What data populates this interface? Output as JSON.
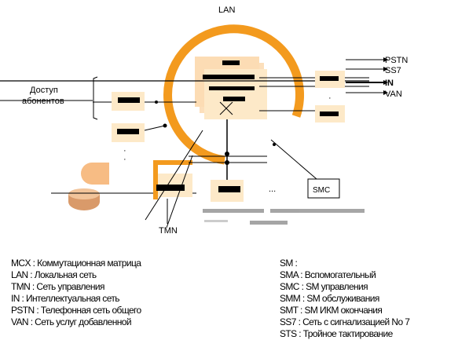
{
  "diagram": {
    "labels": {
      "lan": "LAN",
      "pstn": "PSTN",
      "ss7": "SS7",
      "in": "IN",
      "van": "VAN",
      "access_line1": "Доступ",
      "access_line2": "абонентов",
      "tmn": "TMN",
      "smc": "SMC",
      "dots": "..."
    },
    "colors": {
      "ring": "#f39a1e",
      "block_fill": "#fcdcb4",
      "box_fill": "#fde9c8",
      "phone": "#f7bc84",
      "bar": "#000000"
    }
  },
  "legend": {
    "left": [
      "MCX : Коммутационная матрица",
      "LAN : Локальная сеть",
      "TMN : Сеть управления",
      "IN : Интеллектуальная сеть",
      "PSTN : Телефонная сеть общего",
      "VAN : Сеть услуг добавленной"
    ],
    "right": [
      "SM :",
      "SMA : Вспомогательный",
      "SMC : SM управления",
      "SMM : SM обслуживания",
      "SMT : SM ИКМ окончания",
      "SS7 : Сеть с сигнализацией No 7",
      "STS : Тройное тактирование"
    ]
  }
}
